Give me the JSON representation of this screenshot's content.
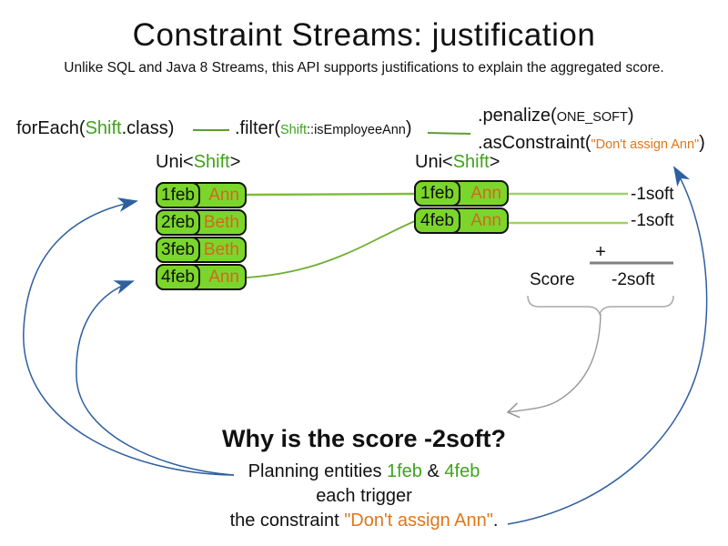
{
  "slide": {
    "title": "Constraint Streams: justification",
    "subtitle": "Unlike SQL and Java 8 Streams, this API supports justifications to explain the aggregated score."
  },
  "code": {
    "foreach": {
      "prefix": "forEach(",
      "class_name": "Shift",
      "suffix": ".class)"
    },
    "filter": {
      "prefix": ".filter(",
      "arg_class": "Shift",
      "arg_method": "::isEmployeeAnn",
      "suffix": ")"
    },
    "penalize": {
      "prefix": ".penalize(",
      "arg": "ONE_SOFT",
      "suffix": ")"
    },
    "as_constraint": {
      "prefix": ".asConstraint(",
      "arg": "\"Don't assign Ann\"",
      "suffix": ")"
    }
  },
  "left_stream": {
    "type_prefix": "Uni<",
    "type_param": "Shift",
    "type_suffix": ">",
    "rows": [
      {
        "date": "1feb",
        "employee": "Ann"
      },
      {
        "date": "2feb",
        "employee": "Beth"
      },
      {
        "date": "3feb",
        "employee": "Beth"
      },
      {
        "date": "4feb",
        "employee": "Ann"
      }
    ]
  },
  "right_stream": {
    "type_prefix": "Uni<",
    "type_param": "Shift",
    "type_suffix": ">",
    "rows": [
      {
        "date": "1feb",
        "employee": "Ann"
      },
      {
        "date": "4feb",
        "employee": "Ann"
      }
    ]
  },
  "score_panel": {
    "match_scores": [
      "-1soft",
      "-1soft"
    ],
    "plus_sign": "+",
    "score_label": "Score",
    "total_score": "-2soft"
  },
  "explanation": {
    "heading": "Why is the score -2soft?",
    "line1_prefix": "Planning entities ",
    "entity_a": "1feb",
    "separator": " & ",
    "entity_b": "4feb",
    "line2": "each trigger",
    "line3_prefix": "the constraint ",
    "constraint_quote": "\"Don't assign Ann\"",
    "line3_suffix": "."
  },
  "colors": {
    "entity_green_fill": "#7bd62c",
    "green_text": "#3fa31d",
    "employee_orange": "#d2691e",
    "string_orange": "#e0761a",
    "blue_arrow": "#2e5f9e",
    "gray_arrow": "#999999",
    "connector_green": "#7fbc3a"
  }
}
